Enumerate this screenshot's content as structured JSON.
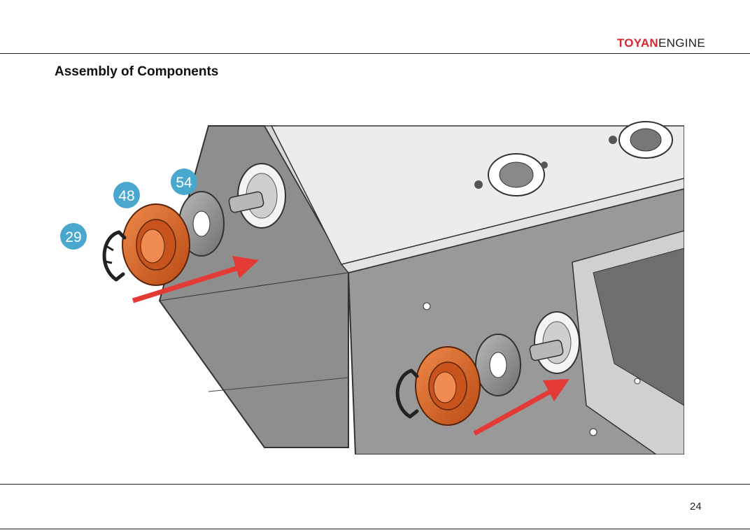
{
  "header": {
    "brand_primary": "TOYAN",
    "brand_secondary": "ENGINE",
    "brand_color": "#d7282f"
  },
  "page": {
    "title": "Assembly of Components",
    "number": "24"
  },
  "figure": {
    "callouts": [
      {
        "label": "29",
        "part": "e-clip"
      },
      {
        "label": "48",
        "part": "bearing"
      },
      {
        "label": "54",
        "part": "washer"
      }
    ],
    "colors": {
      "callout": "#4aa8cf",
      "bearing": "#d2601f",
      "arrow": "#e33a36",
      "housing": "#8a8a8a"
    }
  }
}
